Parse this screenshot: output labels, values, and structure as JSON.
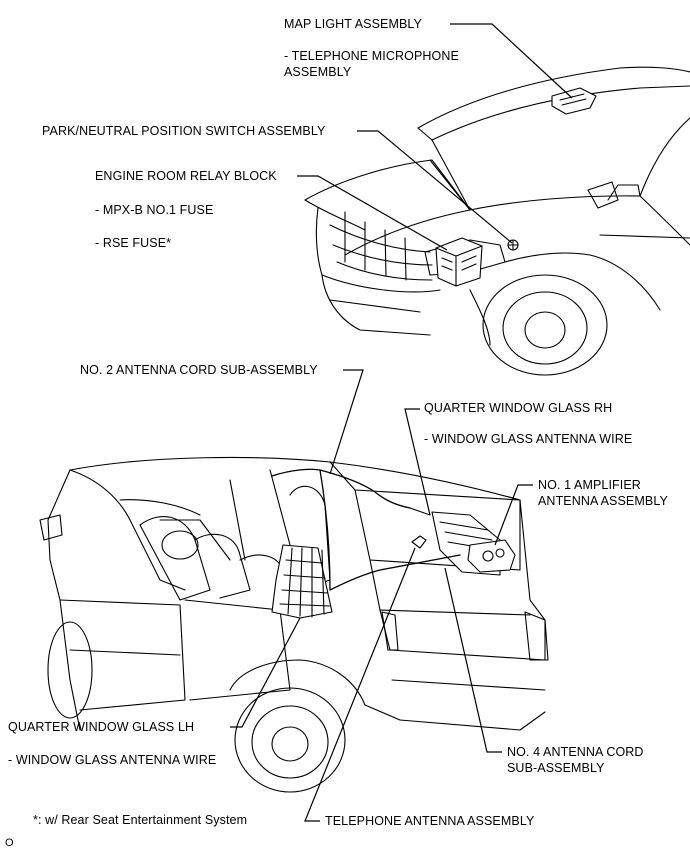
{
  "labels": {
    "map_light": "MAP LIGHT ASSEMBLY",
    "telephone_microphone": "- TELEPHONE MICROPHONE",
    "telephone_microphone_2": "ASSEMBLY",
    "park_neutral": "PARK/NEUTRAL POSITION SWITCH ASSEMBLY",
    "engine_relay": "ENGINE ROOM RELAY BLOCK",
    "mpx_fuse": "- MPX-B NO.1 FUSE",
    "rse_fuse": "- RSE FUSE*",
    "no2_antenna": "NO. 2 ANTENNA CORD SUB-ASSEMBLY",
    "quarter_rh": "QUARTER WINDOW GLASS RH",
    "antenna_wire_rh": "- WINDOW GLASS ANTENNA WIRE",
    "no1_amplifier": "NO. 1 AMPLIFIER",
    "no1_amplifier_2": "ANTENNA ASSEMBLY",
    "quarter_lh": "QUARTER WINDOW GLASS LH",
    "antenna_wire_lh": "- WINDOW GLASS ANTENNA WIRE",
    "no4_antenna": "NO. 4 ANTENNA CORD",
    "no4_antenna_2": "SUB-ASSEMBLY",
    "footnote": "*: w/ Rear Seat Entertainment System",
    "telephone_antenna": "TELEPHONE ANTENNA ASSEMBLY",
    "corner_mark": "O"
  }
}
